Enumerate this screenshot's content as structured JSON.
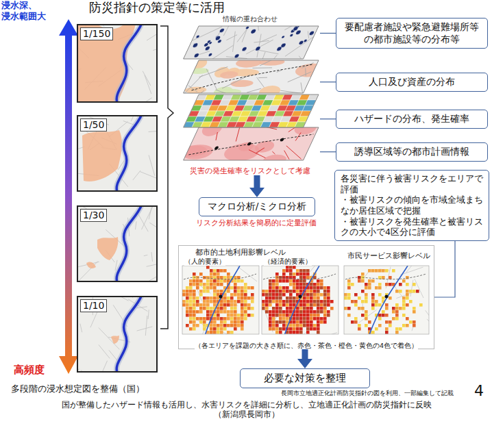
{
  "diagram": {
    "title": "防災指針の策定等に活用",
    "caption": "国が整備したハザード情報も活用し、水害リスクを詳細に分析し、立地適正化計画の防災指針に反映 （新潟県長岡市）",
    "nodes": [
      {
        "text": [
          "1/150"
        ]
      },
      {
        "text": [
          "1/50"
        ]
      },
      {
        "text": [
          "1/30"
        ]
      },
      {
        "text": [
          "1/10"
        ]
      },
      {
        "text": [
          "情報の重ね合わせ",
          "災害の発生確率をリスクとして考慮"
        ]
      },
      {
        "text": [
          "要配慮者施設や緊急避難場所等の都市施設等の分布等"
        ]
      },
      {
        "text": [
          "人口及び資産の分布"
        ]
      },
      {
        "text": [
          "ハザードの分布、発生確率"
        ]
      },
      {
        "text": [
          "誘導区域等の都市計画情報"
        ]
      },
      {
        "text": [
          "マクロ分析/ミクロ分析"
        ]
      },
      {
        "text": [
          "各災害に伴う被害リスクをエリアで評価",
          "・被害リスクの傾向を市域全域まちなか居住区域で把握",
          "・被害リスクを発生確率と被害リスクの大小で4区分に評価"
        ]
      },
      {
        "text": [
          "都市的土地利用影響レベル",
          "（人的要素）",
          "（経済的要素）",
          "市民サービス影響レベル",
          "（各エリアを課題の大きさ順に、赤色・茶色・橙色・黄色の4色で着色）"
        ]
      },
      {
        "text": [
          "必要な対策を整理"
        ]
      }
    ],
    "edges": [
      {
        "from": 4,
        "to": 9,
        "arrow": "to"
      },
      {
        "from": 11,
        "to": 12,
        "arrow": "to"
      },
      {
        "from": 5,
        "to": 4,
        "arrow": "none"
      },
      {
        "from": 6,
        "to": 4,
        "arrow": "none"
      },
      {
        "from": 7,
        "to": 4,
        "arrow": "none"
      },
      {
        "from": 8,
        "to": 4,
        "arrow": "none"
      },
      {
        "from": 10,
        "to": 11,
        "arrow": "none"
      }
    ],
    "labels": [
      "浸水深、 浸水範囲大",
      "高頻度",
      "多段階の浸水想定図を整備（国）",
      "リスク分析結果を簡易的に定量評価",
      "長岡市立地適正化計画防災指針の図を利用、一部編集して記載",
      "4"
    ]
  }
}
